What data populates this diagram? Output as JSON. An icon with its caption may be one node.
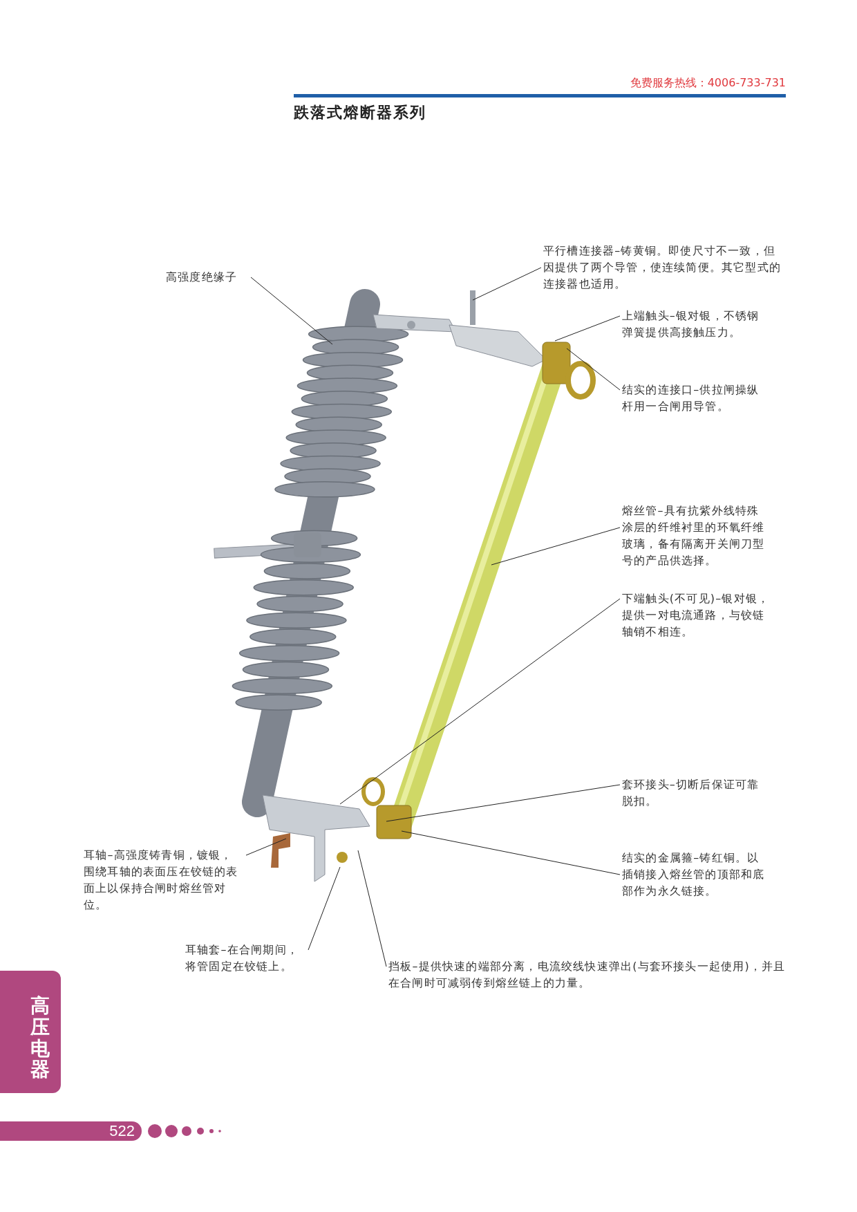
{
  "diagram": {
    "title": "跌落式熔断器系列",
    "nodes": [
      {
        "text": [
          "平行槽连接器–铸黄铜。即使尺寸不一致，但因提供了两个导管，使连续简便。其它型式的连接器也适用。"
        ]
      },
      {
        "text": [
          "高强度绝缘子"
        ]
      },
      {
        "text": [
          "上端触头–银对银，不锈钢弹簧提供高接触压力。"
        ]
      },
      {
        "text": [
          "结实的连接口–供拉闸操纵杆用一合闸用导管。"
        ]
      },
      {
        "text": [
          "熔丝管–具有抗紫外线特殊涂层的纤维衬里的环氧纤维玻璃，备有隔离开关闸刀型号的产品供选择。"
        ]
      },
      {
        "text": [
          "下端触头(不可见)–银对银，提供一对电流通路，与铰链轴销不相连。"
        ]
      },
      {
        "text": [
          "套环接头–切断后保证可靠脱扣。"
        ]
      },
      {
        "text": [
          "结实的金属箍–铸红铜。以插销接入熔丝管的顶部和底部作为永久链接。"
        ]
      },
      {
        "text": [
          "耳轴–高强度铸青铜，镀银，围绕耳轴的表面压在铰链的表面上以保持合闸时熔丝管对位。"
        ]
      },
      {
        "text": [
          "耳轴套–在合闸期间，将管固定在铰链上。"
        ]
      },
      {
        "text": [
          "挡板–提供快速的端部分离，电流绞线快速弹出(与套环接头一起使用)，并且在合闸时可减弱传到熔丝链上的力量。"
        ]
      }
    ],
    "edges": [
      {
        "from": 0,
        "to": null,
        "arrow": "none"
      },
      {
        "from": 1,
        "to": null,
        "arrow": "none"
      },
      {
        "from": 2,
        "to": null,
        "arrow": "none"
      },
      {
        "from": 3,
        "to": null,
        "arrow": "none"
      },
      {
        "from": 4,
        "to": null,
        "arrow": "none"
      },
      {
        "from": 5,
        "to": null,
        "arrow": "none"
      },
      {
        "from": 6,
        "to": null,
        "arrow": "none"
      },
      {
        "from": 7,
        "to": null,
        "arrow": "none"
      },
      {
        "from": 8,
        "to": null,
        "arrow": "none"
      },
      {
        "from": 9,
        "to": null,
        "arrow": "none"
      },
      {
        "from": 10,
        "to": null,
        "arrow": "none"
      }
    ],
    "labels": [
      "免费服务热线：4006-733-731",
      "高压电器",
      "522"
    ]
  }
}
